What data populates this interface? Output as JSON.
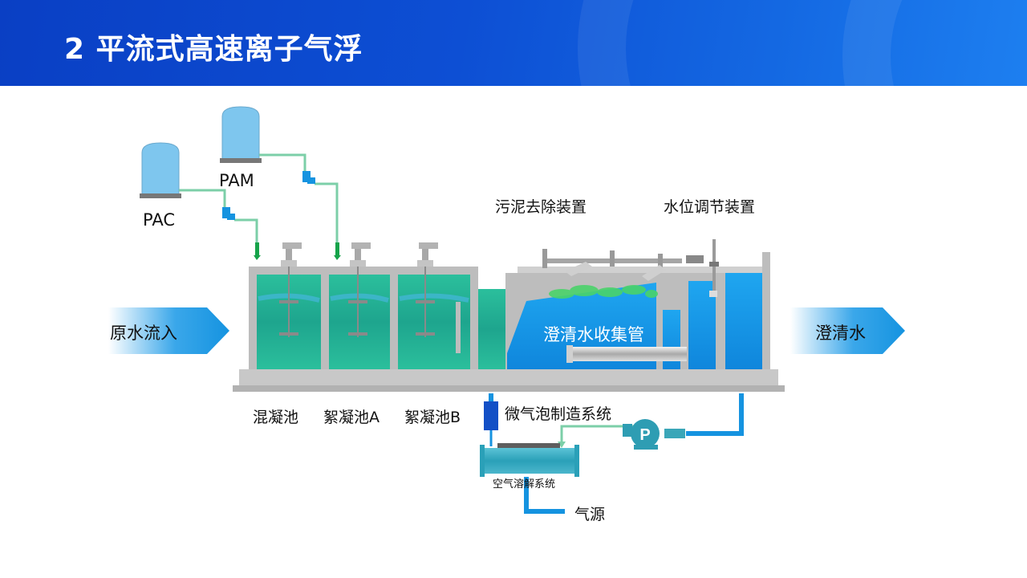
{
  "page": {
    "title": "2 平流式高速离子气浮"
  },
  "labels": {
    "pam": "PAM",
    "pac": "PAC",
    "sludge_removal": "污泥去除装置",
    "level_adjust": "水位调节装置",
    "raw_water_in": "原水流入",
    "clear_water_out": "澄清水",
    "clear_water_pipe": "澄清水收集管",
    "mixing_tank": "混凝池",
    "floc_tank_a": "絮凝池A",
    "floc_tank_b": "絮凝池B",
    "micro_bubble": "微气泡制造系统",
    "air_dissolve": "空气溶解系统",
    "air_source": "气源",
    "pump": "P"
  },
  "colors": {
    "header_blue": "#0d4fd4",
    "water_blue": "#1a9ae8",
    "water_green": "#1fae9a",
    "pipe_green": "#7ccfa8",
    "pipe_blue": "#1593e0",
    "tank_gray": "#bdbdbd",
    "storage_tank": "#7ec6ee"
  }
}
